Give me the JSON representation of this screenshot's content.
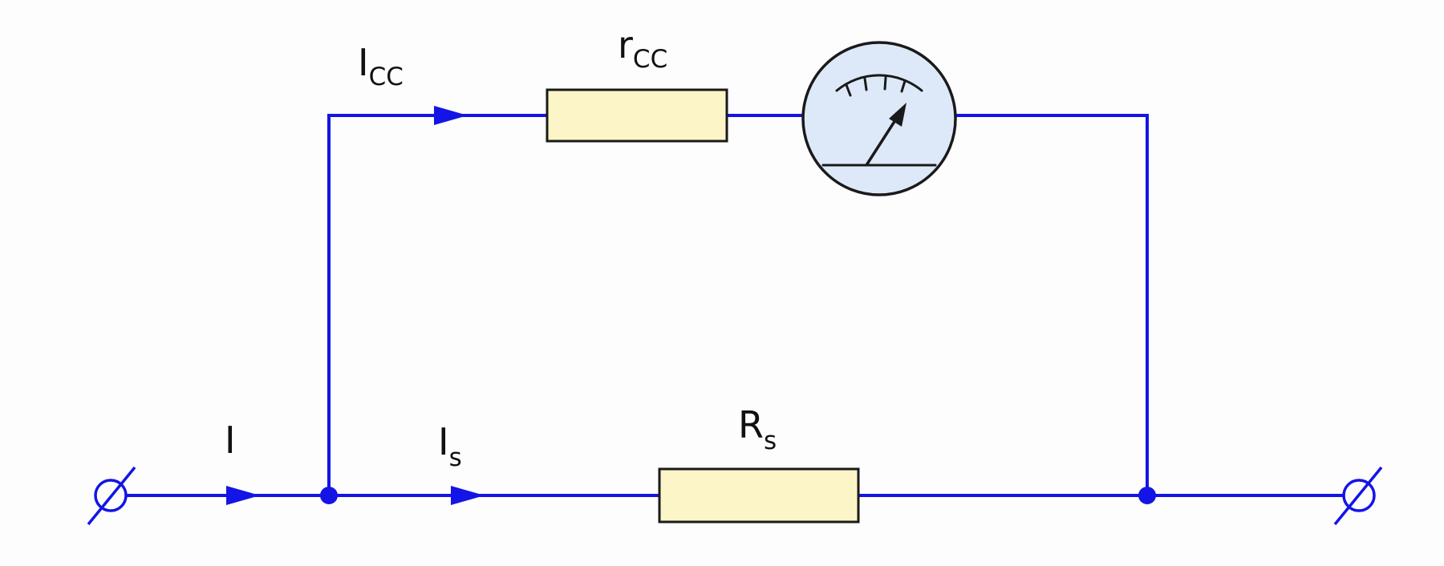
{
  "labels": {
    "i_total": {
      "main": "I",
      "sub": ""
    },
    "i_cc": {
      "main": "I",
      "sub": "CC"
    },
    "r_cc": {
      "main": "r",
      "sub": "CC"
    },
    "i_s": {
      "main": "I",
      "sub": "s"
    },
    "r_s": {
      "main": "R",
      "sub": "s"
    }
  },
  "colors": {
    "wire": "#1414e6",
    "resistor_fill": "#fbf5c8",
    "meter_face": "#dde9f8",
    "outline": "#1a1a1a",
    "background": "#fdfdfd"
  }
}
